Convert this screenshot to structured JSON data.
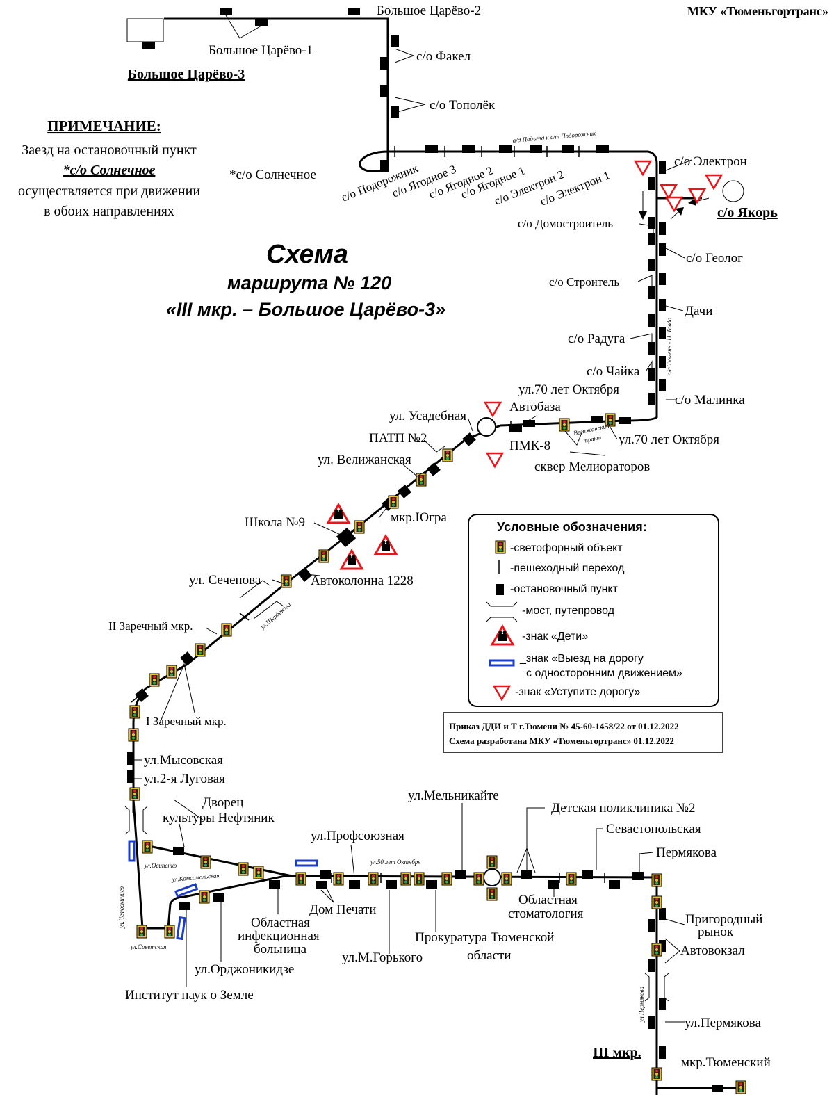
{
  "org": "МКУ «Тюменьгортранс»",
  "title": {
    "line1": "Схема",
    "line2": "маршрута № 120",
    "line3": "«III мкр. – Большое Царёво-3»"
  },
  "note": {
    "heading": "ПРИМЕЧАНИЕ:",
    "line1": "Заезд на остановочный пункт",
    "line2": "*с/о Солнечное",
    "line3": "осуществляется при движении",
    "line4": "в обоих направлениях"
  },
  "terminals": {
    "north": "Большое Царёво-3",
    "yakor": "с/о Якорь",
    "south": "III мкр."
  },
  "stops": [
    "Большое Царёво-2",
    "Большое Царёво-1",
    "с/о Факел",
    "с/о Тополёк",
    "*с/о Солнечное",
    "с/о Подорожник",
    "с/о Ягодное 3",
    "с/о Ягодное 2",
    "с/о Ягодное 1",
    "с/о Электрон 2",
    "с/о Электрон 1",
    "с/о Электрон",
    "с/о Домостроитель",
    "с/о Геолог",
    "с/о Строитель",
    "Дачи",
    "с/о Радуга",
    "с/о Чайка",
    "ул.70 лет Октября",
    "с/о Малинка",
    "Автобаза",
    "ул.70 лет Октября",
    "ПМК-8",
    "сквер Мелиораторов",
    "ул. Усадебная",
    "ПАТП №2",
    "ул. Велижанская",
    "мкр.Югра",
    "Школа №9",
    "Автоколонна 1228",
    "ул. Сеченова",
    "II Заречный мкр.",
    "I Заречный мкр.",
    "ул.Мысовская",
    "ул.2-я Луговая",
    "Дворец",
    "культуры Нефтяник",
    "ул.Профсоюзная",
    "ул.Мельникайте",
    "Детская поликлиника №2",
    "Севастопольская",
    "Пермякова",
    "Пригородный",
    "рынок",
    "Автовокзал",
    "ул.Пермякова",
    "мкр.Тюменский",
    "Дом Печати",
    "ул.М.Горького",
    "Прокуратура Тюменской",
    "области",
    "Областная",
    "стоматология",
    "Областная",
    "инфекционная",
    "больница",
    "ул.Орджоникидзе",
    "Институт наук о Земле"
  ],
  "streets": {
    "podezd": "а/д Подъезд к с/т Подорожник",
    "tyumen_tavda": "а/д Тюмень - Н. Тавда",
    "velizh_tract": "Велижанский",
    "velizh_tract2": "тракт",
    "shcherbakova": "ул.Щербакова",
    "chelyuskintsev": "ул.Челюскинцев",
    "osipenko": "ул.Осипенко",
    "komsomolskaya": "ул.Комсомольская",
    "sovetskaya": "ул.Советская",
    "50let": "ул.50 лет Октября",
    "permyakova": "ул.Пермякова"
  },
  "legend": {
    "title": "Условные обозначения:",
    "traffic_light": "-светофорный объект",
    "crossing": "-пешеходный переход",
    "stop": "-остановочный пункт",
    "bridge": "-мост, путепровод",
    "children": "-знак «Дети»",
    "oneway1": "_знак «Выезд на дорогу",
    "oneway2": "с односторонним движением»",
    "yield": "-знак «Уступите дорогу»"
  },
  "order": {
    "line1": "Приказ ДДИ и Т г.Тюмени № 45-60-1458/22 от 01.12.2022",
    "line2": "Схема разработана МКУ «Тюменьгортранс» 01.12.2022"
  },
  "colors": {
    "line": "#000000",
    "sign_red": "#e8161b",
    "oneway_blue": "#1a3cc8",
    "light_yellow": "#e8c030"
  }
}
